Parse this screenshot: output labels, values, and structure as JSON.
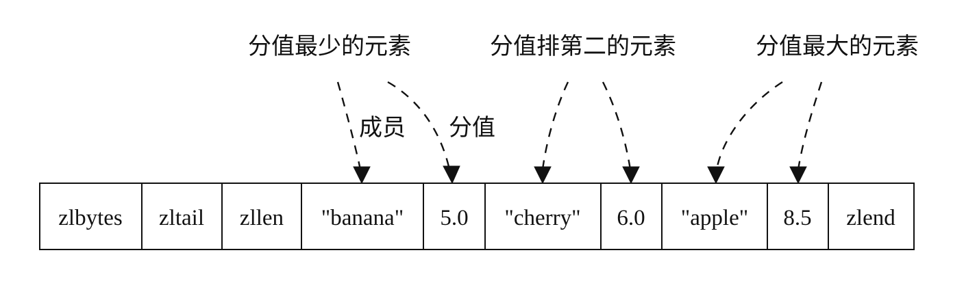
{
  "diagram": {
    "cells": [
      "zlbytes",
      "zltail",
      "zllen",
      "\"banana\"",
      "5.0",
      "\"cherry\"",
      "6.0",
      "\"apple\"",
      "8.5",
      "zlend"
    ],
    "element_labels": {
      "min": "分值最少的元素",
      "second": "分值排第二的元素",
      "max": "分值最大的元素"
    },
    "edge_labels": {
      "member": "成员",
      "score": "分值"
    }
  }
}
